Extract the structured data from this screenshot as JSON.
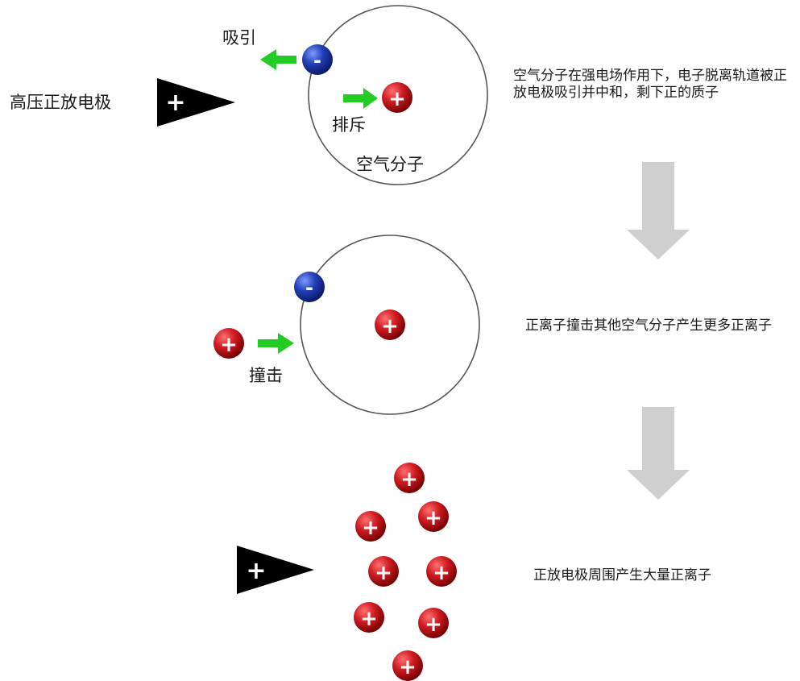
{
  "labels": {
    "electrode": "高压正放电极",
    "attract": "吸引",
    "repel": "排斥",
    "molecule": "空气分子",
    "collide": "撞击"
  },
  "steps": [
    {
      "text": "空气分子在强电场作用下，电子脱离轨道被正放电极吸引并中和，剩下正的质子"
    },
    {
      "text": "正离子撞击其他空气分子产生更多正离子"
    },
    {
      "text": "正放电极周围产生大量正离子"
    }
  ],
  "symbols": {
    "plus": "+",
    "minus": "-"
  },
  "colors": {
    "electrode": "#000000",
    "proton": "#c0141c",
    "electron": "#1f3aa8",
    "arrow_force": "#22cc22",
    "arrow_flow": "#cfcfcf",
    "orbit": "#555555"
  },
  "icons": {
    "electrode": "triangle-electrode-icon",
    "proton": "proton-sphere-icon",
    "electron": "electron-sphere-icon",
    "force_arrow": "green-arrow-icon",
    "flow_arrow": "gray-down-arrow-icon"
  }
}
